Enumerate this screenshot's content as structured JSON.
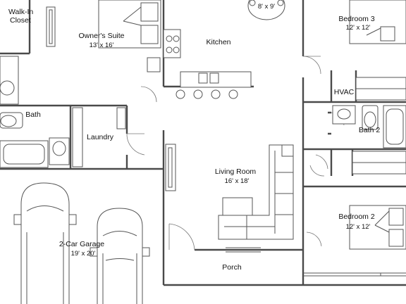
{
  "rooms": {
    "walk_in_closet": {
      "line1": "Walk-In",
      "line2": "Closet"
    },
    "owners_suite": {
      "name": "Owner's Suite",
      "size": "13' x 16'"
    },
    "kitchen": {
      "name": "Kitchen"
    },
    "dining": {
      "size": "8' x 9'"
    },
    "bedroom_3": {
      "name": "Bedroom 3",
      "size": "12' x 12'"
    },
    "hvac": {
      "name": "HVAC"
    },
    "bath": {
      "name": "Bath"
    },
    "laundry": {
      "name": "Laundry"
    },
    "bath_2": {
      "name": "Bath 2"
    },
    "living_room": {
      "name": "Living Room",
      "size": "16' x 18'"
    },
    "garage": {
      "name": "2-Car Garage",
      "size": "19' x 20'"
    },
    "bedroom_2": {
      "name": "Bedroom 2",
      "size": "12' x 12'"
    },
    "porch": {
      "name": "Porch"
    }
  }
}
